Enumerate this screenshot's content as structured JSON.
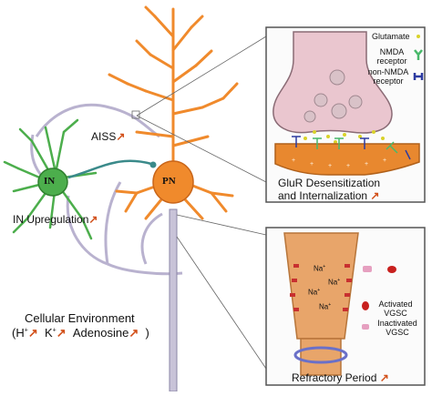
{
  "labels": {
    "aiss": "AISS",
    "interneuron": "IN",
    "pyramidal": "PN",
    "in_upregulation": "IN Upregulation",
    "cellular_environment": "Cellular Environment",
    "ions_open": "(",
    "h_ion": "H",
    "h_sup": "+",
    "k_ion": "K",
    "k_sup": "+",
    "adenosine": "Adenosine",
    "ions_close": ")"
  },
  "synapse_panel": {
    "legend": {
      "glutamate": "Glutamate",
      "nmda": "NMDA receptor",
      "non_nmda": "non-NMDA receptor"
    },
    "caption_line1": "GluR Desensitization",
    "caption_line2": "and Internalization"
  },
  "axon_panel": {
    "na_label": "Na",
    "na_sup": "+",
    "activated": "Activated VGSC",
    "inactivated": "Inactivated VGSC",
    "caption": "Refractory Period"
  },
  "colors": {
    "interneuron": "#4cae4c",
    "pyramidal": "#f08a2c",
    "axon": "#b9b2cf",
    "presynaptic": "#eac6cf",
    "postsynaptic": "#e8882f",
    "arrow_up": "#d2501a",
    "nmda": "#48b86a",
    "non_nmda": "#2c3aa0",
    "glutamate": "#d9d22a"
  },
  "icons": {
    "increase": "up-arrow-icon"
  }
}
